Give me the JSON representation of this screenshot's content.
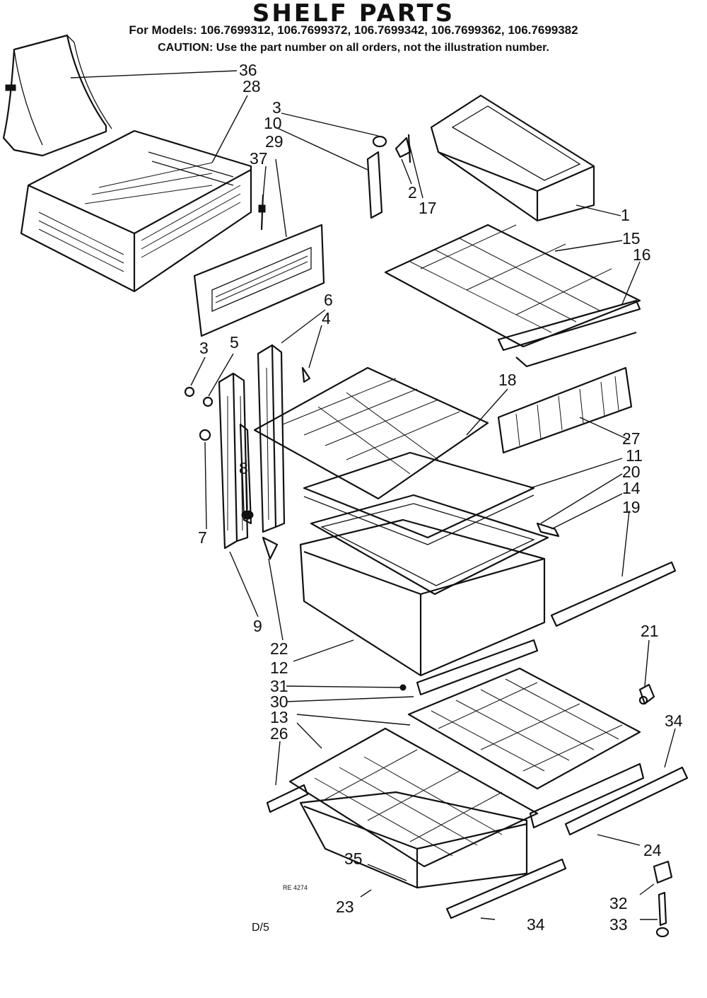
{
  "title": "SHELF PARTS",
  "models_line": "For Models: 106.7699312, 106.7699372, 106.7699342, 106.7699362, 106.7699382",
  "caution_line": "CAUTION: Use the part number on all orders, not the illustration number.",
  "drawing_code": "RE 4274",
  "page_code": "D/5",
  "callouts": [
    "36",
    "28",
    "3",
    "10",
    "37",
    "29",
    "2",
    "17",
    "1",
    "15",
    "16",
    "6",
    "4",
    "3",
    "5",
    "18",
    "27",
    "11",
    "20",
    "14",
    "19",
    "8",
    "7",
    "9",
    "22",
    "12",
    "21",
    "31",
    "30",
    "13",
    "26",
    "34",
    "24",
    "35",
    "23",
    "34",
    "32",
    "33"
  ]
}
